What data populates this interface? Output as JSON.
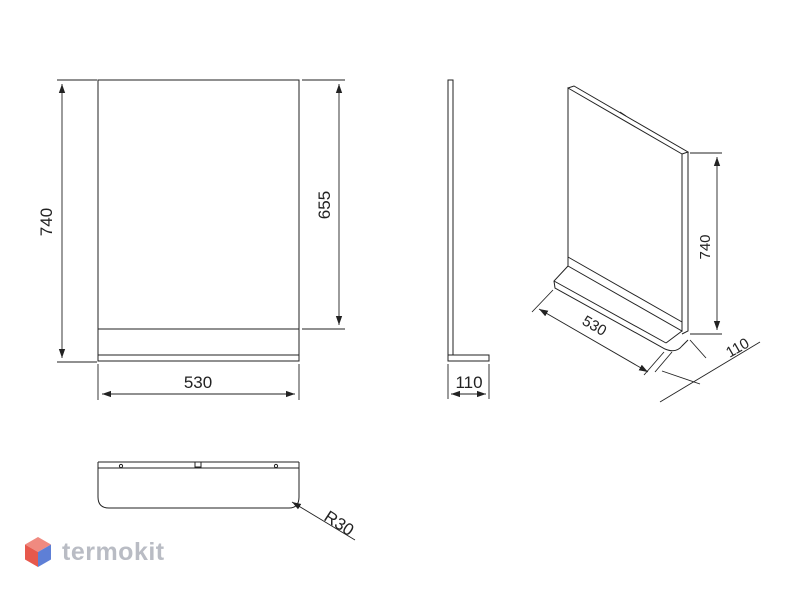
{
  "dimensions": {
    "front_height": "740",
    "front_width": "530",
    "mirror_height": "655",
    "side_depth": "110",
    "iso_height": "740",
    "iso_width": "530",
    "iso_depth": "110",
    "shelf_radius": "R30"
  },
  "brand": {
    "name": "termokit",
    "logo": "hexagon-cube-icon",
    "colors": {
      "accent": "#e7584c",
      "blue": "#5e7fd6",
      "text": "#b9bcc4"
    }
  }
}
